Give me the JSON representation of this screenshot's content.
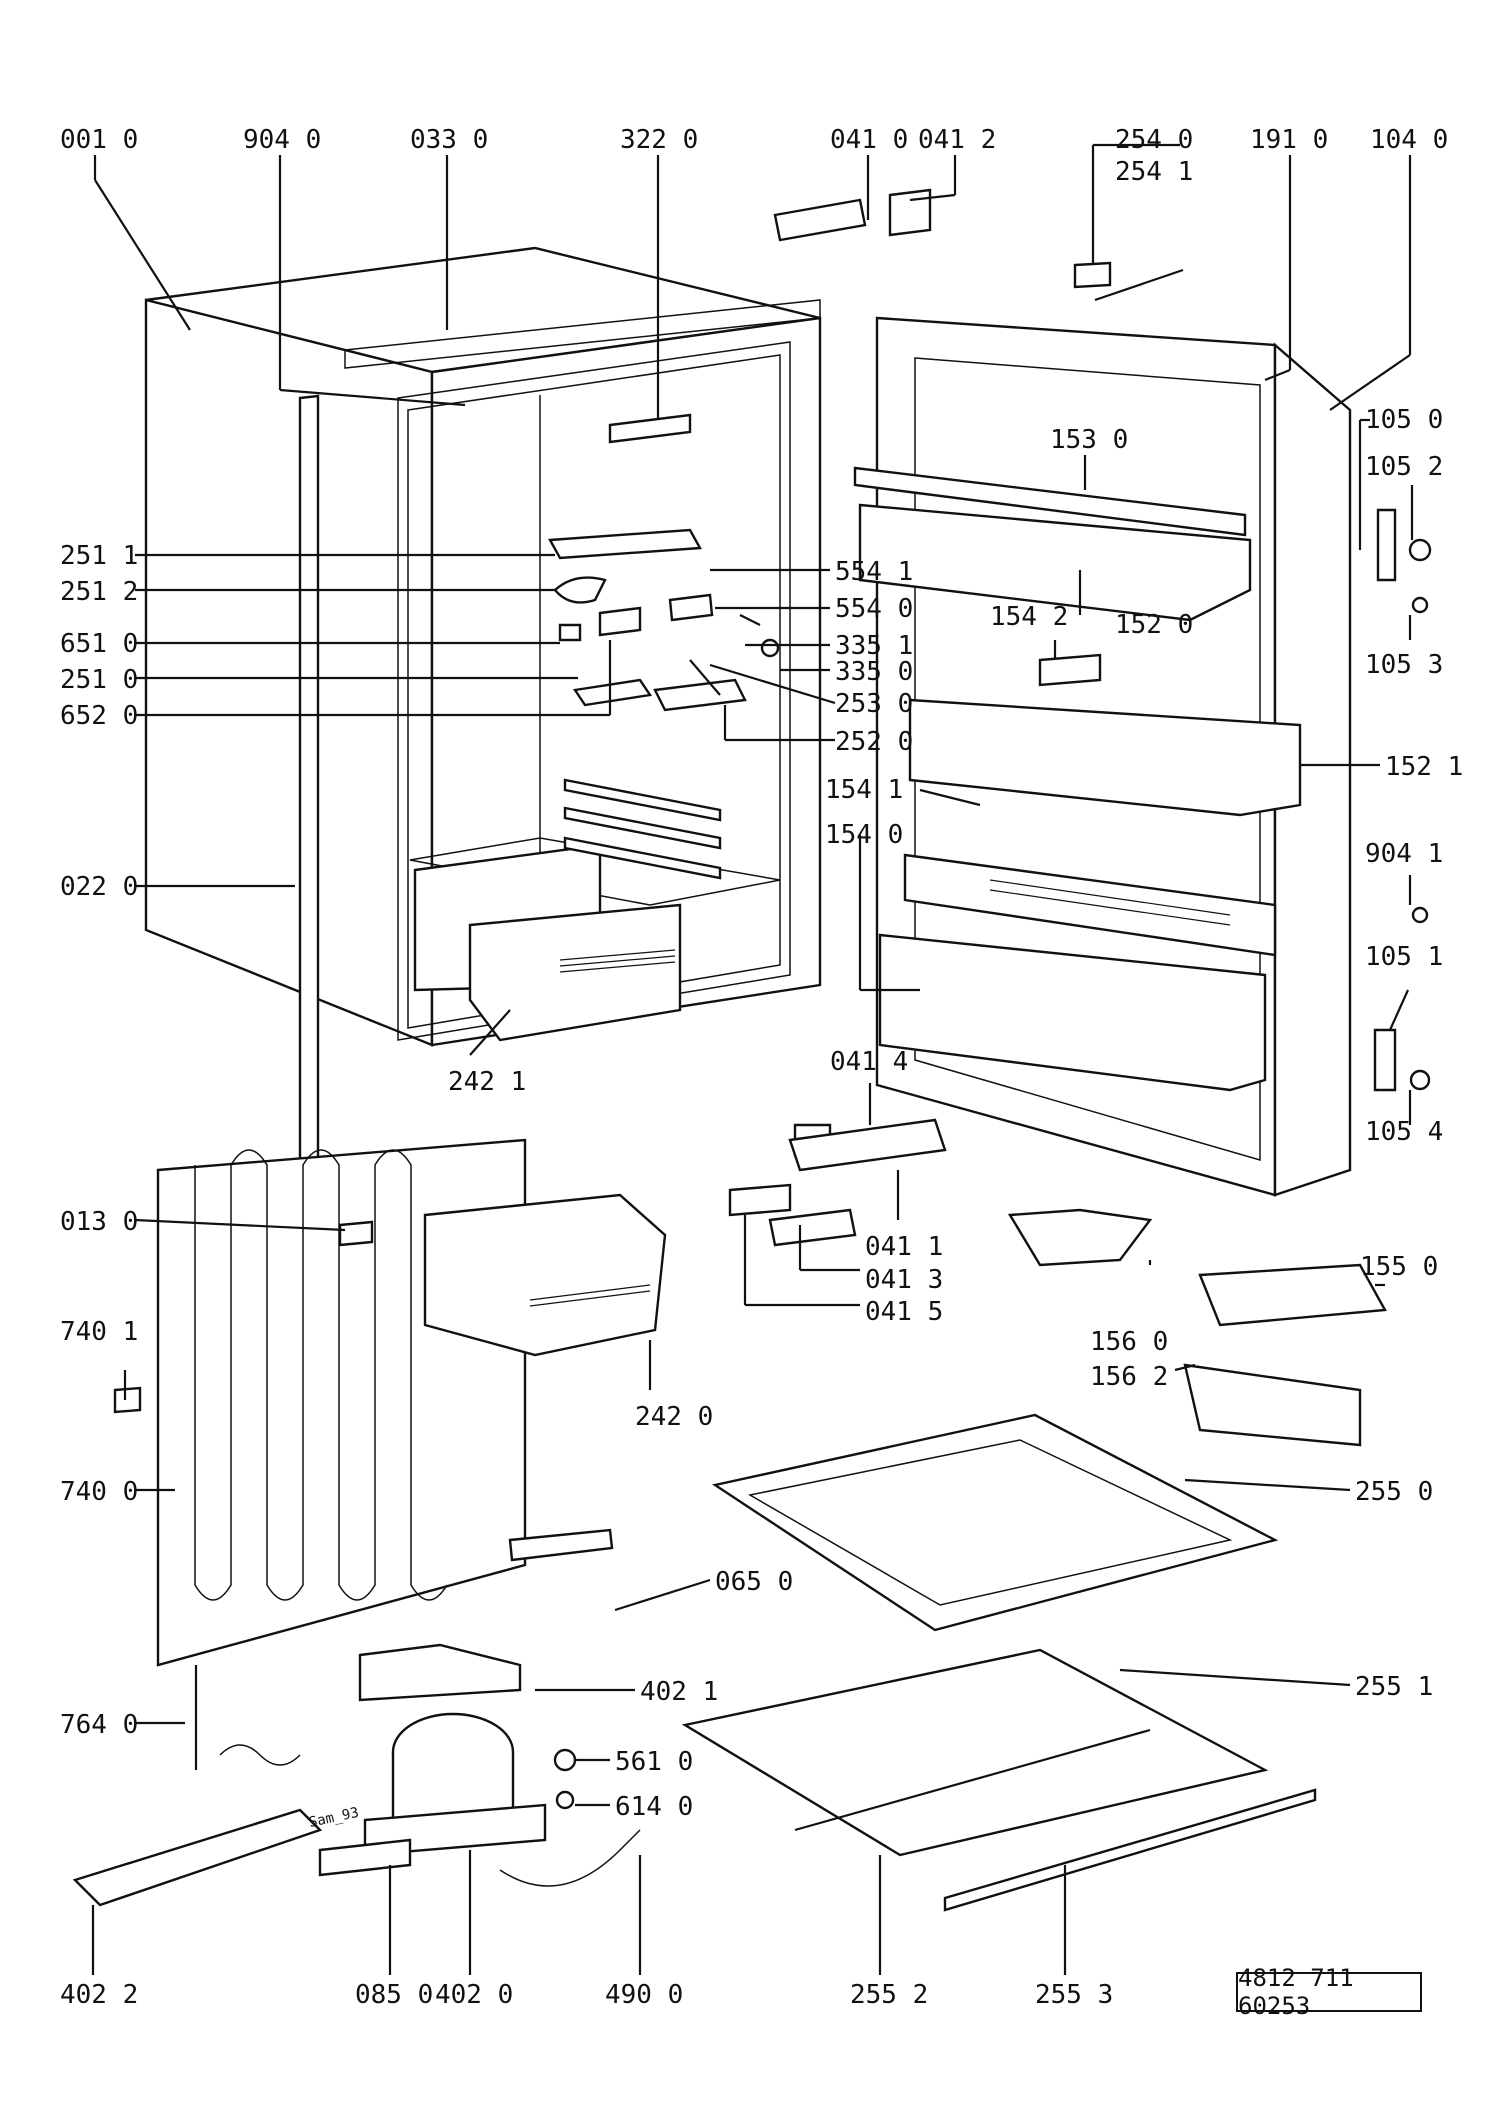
{
  "labels": {
    "l0010": "001 0",
    "l9040": "904 0",
    "l0330": "033 0",
    "l3220": "322 0",
    "l0410": "041 0",
    "l0412": "041 2",
    "l2540": "254 0",
    "l2541": "254 1",
    "l1910": "191 0",
    "l1040": "104 0",
    "l1050": "105 0",
    "l1052": "105 2",
    "l1053": "105 3",
    "l1530": "153 0",
    "l1520": "152 0",
    "l1542": "154 2",
    "l1521": "152 1",
    "l1541": "154 1",
    "l1540": "154 0",
    "l9041": "904 1",
    "l1051": "105 1",
    "l1054": "105 4",
    "l2511": "251 1",
    "l2512": "251 2",
    "l6510": "651 0",
    "l2510": "251 0",
    "l6520": "652 0",
    "l5541": "554 1",
    "l5540": "554 0",
    "l3351": "335 1",
    "l3350": "335 0",
    "l2530": "253 0",
    "l2520": "252 0",
    "l0220": "022 0",
    "l2421": "242 1",
    "l0414": "041 4",
    "l0411": "041 1",
    "l0413": "041 3",
    "l0415": "041 5",
    "l0130": "013 0",
    "l7401": "740 1",
    "l7400": "740 0",
    "l2420": "242 0",
    "l1560": "156 0",
    "l1550": "155 0",
    "l1562": "156 2",
    "l2550": "255 0",
    "l0650": "065 0",
    "l2551": "255 1",
    "l4021": "402 1",
    "l7640": "764 0",
    "l5610": "561 0",
    "l6140": "614 0",
    "l4022": "402 2",
    "l0850": "085 0",
    "l4020": "402 0",
    "l4900": "490 0",
    "l2552": "255 2",
    "l2553": "255 3"
  },
  "doc_code": "4812 711 60253",
  "stamp": "Sam_93"
}
